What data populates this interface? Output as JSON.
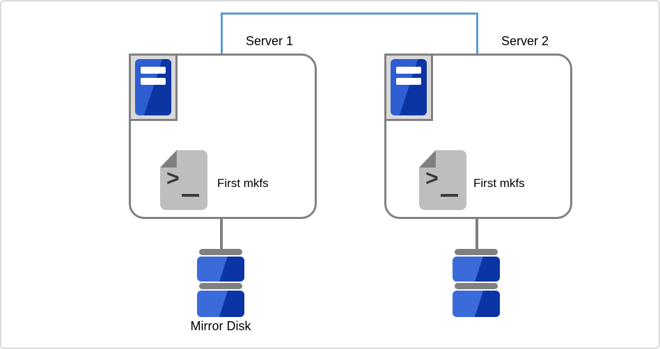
{
  "canvas": {
    "background": "#ffffff",
    "border_color": "#d9d9d9"
  },
  "link": {
    "name": "server-interconnect",
    "color": "#5B9BD5"
  },
  "palette": {
    "box_border": "#808080",
    "server_icon_plate": "#D9D9D9",
    "server_icon_blue_light": "#2E5FD2",
    "server_icon_blue_dark": "#0C34A2",
    "doc_icon_gray": "#BEBEBE",
    "doc_icon_fold_gray": "#7F7F7F",
    "doc_glyph": "#3A3A3A",
    "disk_blue_light": "#3A6BD8",
    "disk_blue_dark": "#0B35A4",
    "connector_gray": "#808080",
    "text": "#000000"
  },
  "servers": [
    {
      "label": "Server 1",
      "command": "First mkfs",
      "prompt_glyph": ">",
      "disk_label": "Mirror Disk"
    },
    {
      "label": "Server 2",
      "command": "First mkfs",
      "prompt_glyph": ">",
      "disk_label": ""
    }
  ]
}
